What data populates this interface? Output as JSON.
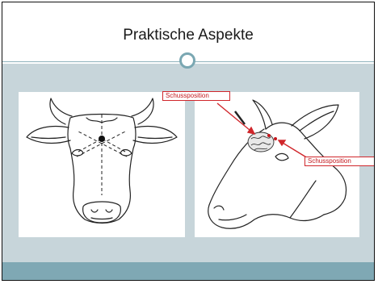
{
  "slide": {
    "title": "Praktische Aspekte"
  },
  "diagram": {
    "labels": [
      {
        "text": "Schussposition"
      },
      {
        "text": "Schussposition"
      }
    ],
    "label_color": "#c4161c",
    "accent_color": "#7aa7b2",
    "background_color": "#c7d5da"
  }
}
